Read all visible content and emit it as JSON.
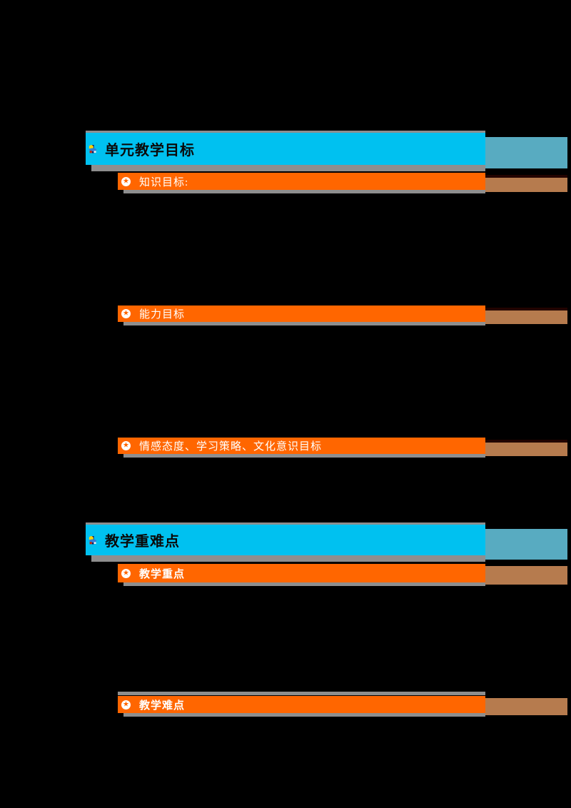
{
  "colors": {
    "page_bg": "#000000",
    "heading_bar": "#00c1f0",
    "heading_bar_muted": "#58abc1",
    "heading_text": "#0a0a0a",
    "item_bar": "#ff6600",
    "item_bar_muted": "#b67b4e",
    "item_bar_muted_top": "#220300",
    "item_text": "#ffffff",
    "shadow": "#8e8e8e"
  },
  "icons": {
    "heading_bullet": "multicolor-pushpin-bullet-icon",
    "item_bullet": "white-circle-star-bullet-icon",
    "item_bullet_star": "★"
  },
  "sections": [
    {
      "heading": "单元教学目标",
      "items": [
        "知识目标:",
        "能力目标",
        "情感态度、学习策略、文化意识目标"
      ]
    },
    {
      "heading": "教学重难点",
      "items": [
        "教学重点",
        "教学难点"
      ]
    }
  ]
}
